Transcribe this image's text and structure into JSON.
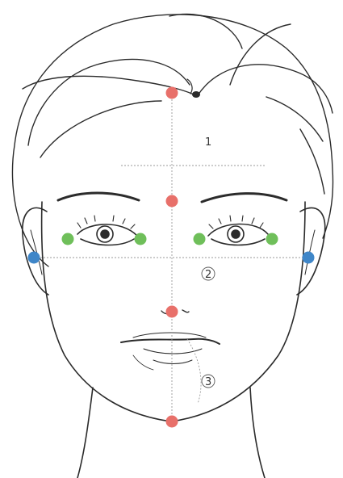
{
  "sections": [
    {
      "label": "1"
    },
    {
      "label": "2"
    },
    {
      "label": "3"
    }
  ],
  "marker_colors": {
    "center_points": "#e8706a",
    "eye_corners": "#6fbf5a",
    "ear_points": "#3f86c8"
  }
}
